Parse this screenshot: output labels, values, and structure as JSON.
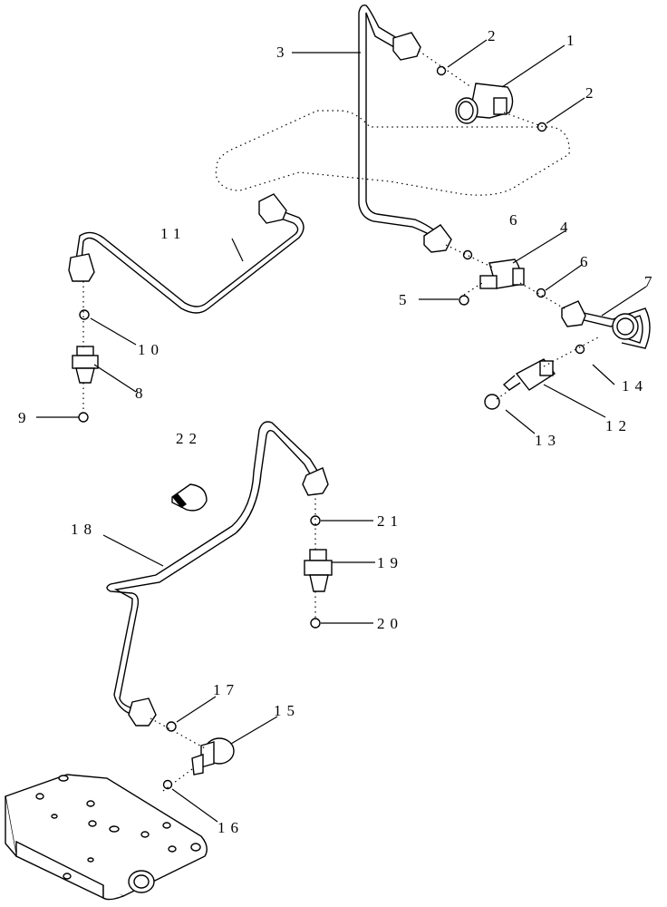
{
  "callouts": {
    "c1": "1",
    "c2a": "2",
    "c2b": "2",
    "c3": "3",
    "c4": "4",
    "c5": "5",
    "c6a": "6",
    "c6b": "6",
    "c7": "7",
    "c8": "8",
    "c9": "9",
    "c10": "10",
    "c11": "11",
    "c12": "12",
    "c13": "13",
    "c14": "14",
    "c15": "15",
    "c16": "16",
    "c17": "17",
    "c18": "18",
    "c19": "19",
    "c20": "20",
    "c21": "21",
    "c22": "22"
  }
}
